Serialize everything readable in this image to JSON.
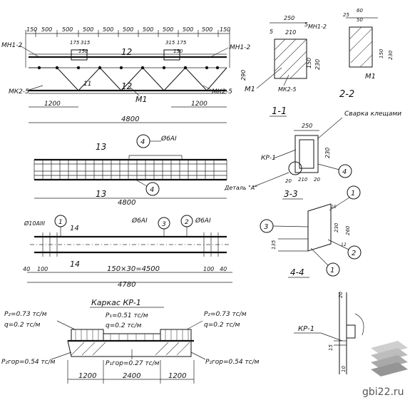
{
  "top_view": {
    "dim_150_left": "150",
    "dims_500": [
      "500",
      "500",
      "500",
      "500",
      "500",
      "500",
      "500",
      "500",
      "500"
    ],
    "dim_150_right": "150",
    "mark_mn1_2_left": "МН1-2",
    "mark_mn1_2_right": "МН1-2",
    "mark_mk2_5_left": "МК2-5",
    "mark_mk2_5_right": "МК2-5",
    "dim_175_l": "175",
    "dim_315_l": "315",
    "dim_150_l2": "150",
    "dim_315_r": "315",
    "dim_175_r": "175",
    "dim_150_r2": "150",
    "label_12_top": "12",
    "label_12_bottom": "12",
    "label_11": "11",
    "label_m1": "М1",
    "dim_290": "290",
    "dim_1200_left": "1200",
    "dim_1200_right": "1200",
    "dim_4800": "4800"
  },
  "section_2_2": {
    "dim_250": "250",
    "dim_210": "210",
    "dim_5a": "5",
    "dim_5b": "5",
    "mark_mn1_2": "МН1-2",
    "dim_150": "150",
    "dim_230": "230",
    "mark_m1": "М1",
    "mark_mk2_5": "МК2-5",
    "title": "2-2"
  },
  "top_right_detail": {
    "dim_25": "25",
    "dim_60": "60",
    "dim_50": "50",
    "dim_150": "150",
    "dim_230": "230",
    "mark_m1": "М1"
  },
  "section_1_1": {
    "title": "1-1",
    "note": "Сварка клещами",
    "dim_250": "250",
    "dim_230": "230",
    "mark_kr1": "КР-1",
    "detail_a": "Деталь \"А\"",
    "dim_20a": "20",
    "dim_210": "210",
    "dim_20b": "20",
    "bubble_4": "4"
  },
  "section_3_3": {
    "title": "3-3",
    "bubble_1": "1",
    "bubble_3": "3",
    "bubble_2": "2",
    "dim_10": "10",
    "dim_230": "230",
    "dim_260": "260",
    "dim_135": "135",
    "dim_12": "12"
  },
  "section_4_4": {
    "title": "4-4",
    "bubble_1": "1"
  },
  "middle_view": {
    "label_13_top": "13",
    "label_13_bottom": "13",
    "bubble_4_top": "4",
    "bubble_4_bottom": "4",
    "rebar_6ai": "Ø6АI",
    "dim_4800": "4800"
  },
  "bottom_frame": {
    "rebar_10aiii": "Ø10АIII",
    "rebar_6ai_mid": "Ø6АI",
    "rebar_6ai_right": "Ø6АI",
    "bubble_1": "1",
    "bubble_3": "3",
    "bubble_2": "2",
    "label_14_top": "14",
    "label_14_bottom": "14",
    "dim_40_left": "40",
    "dim_100_left": "100",
    "dim_spacing": "150×30=4500",
    "dim_100_right": "100",
    "dim_40_right": "40",
    "dim_4780": "4780"
  },
  "load_diagram": {
    "title": "Каркас КР-1",
    "p2_left": "P₂=0.73 тс/м",
    "q_left": "q=0.2 тс/м",
    "p1": "P₁=0.51 тс/м",
    "q_mid": "q=0.2 тс/м",
    "p2_right": "P₂=0.73 тс/м",
    "q_right": "q=0.2 тс/м",
    "p2gor_left": "P₂гор=0.54 тс/м",
    "p1gor": "P₁гор=0.27 тс/м",
    "p2gor_right": "P₂гор=0.54 тс/м",
    "dim_1200_left": "1200",
    "dim_2400": "2400",
    "dim_1200_right": "1200"
  },
  "kr1_detail": {
    "label": "КР-1",
    "dim_20": "20",
    "dim_15": "15",
    "dim_10": "10"
  },
  "watermark": {
    "text": "gbi22.ru"
  }
}
